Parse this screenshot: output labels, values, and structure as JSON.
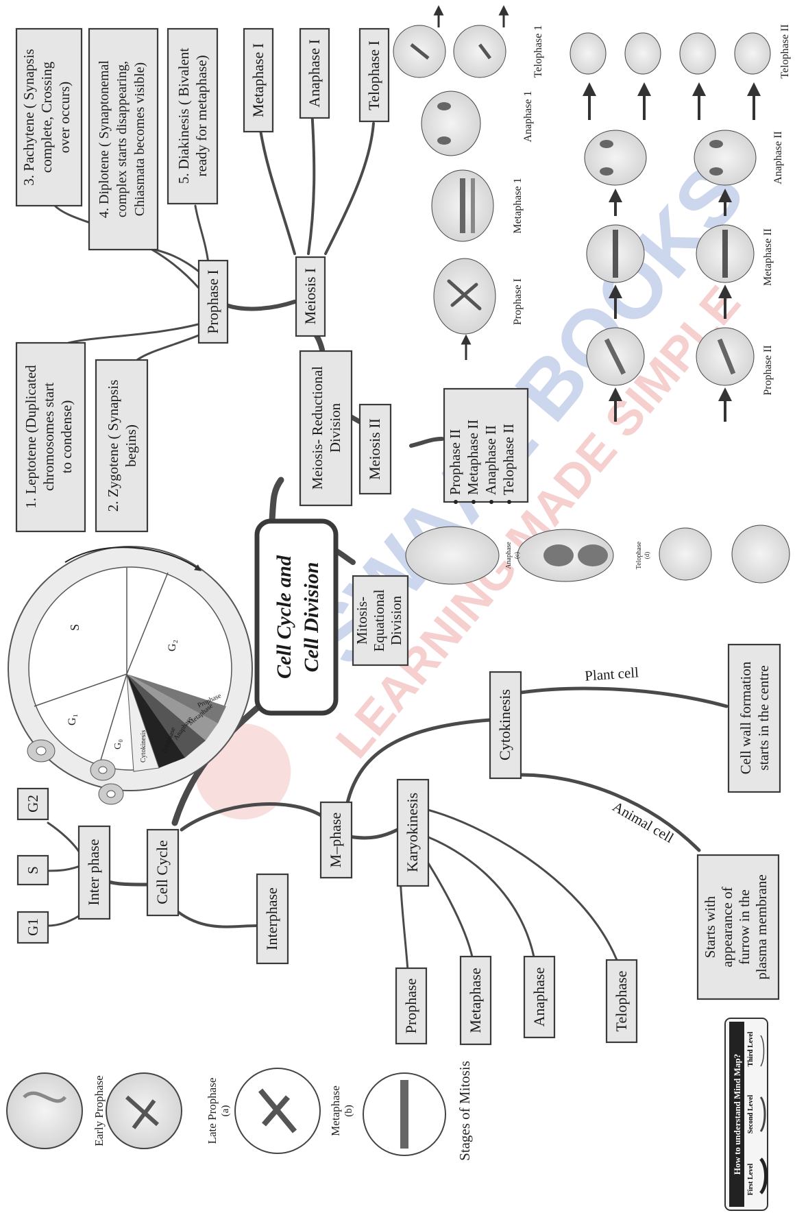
{
  "central": {
    "line1": "Cell Cycle and",
    "line2": "Cell Division"
  },
  "meiosis_i_branch": {
    "prophase_i": "Prophase I",
    "meiosis_i": "Meiosis I",
    "metaphase_i": "Metaphase  I",
    "anaphase_i": "Anaphase I",
    "telophase_i": "Telophase I",
    "leptotene": [
      "1. Leptotene (Duplicated",
      "chromosomes start",
      "to condense)"
    ],
    "zygotene": [
      "2. Zygotene ( Synapsis",
      "begins)"
    ],
    "pachytene": [
      "3. Pachytene ( Synapsis",
      "complete, Crossing",
      "over occurs)"
    ],
    "diplotene": [
      "4. Diplotene ( Synaptonemal",
      "complex starts disappearing,",
      "Chiasmata becomes visible)"
    ],
    "diakinesis": [
      "5. Diakinesis ( Bivalent",
      "ready for metaphase)"
    ]
  },
  "meiosis_ii_branch": {
    "reductional": [
      "Meiosis- Reductional",
      "Division"
    ],
    "meiosis_ii": "Meiosis II",
    "stages": [
      "Prophase II",
      "Metaphase II",
      "Anaphase II",
      "Telophase II"
    ]
  },
  "mitosis_branch": {
    "equational": [
      "Mitosis-",
      "Equational",
      "Division"
    ]
  },
  "cell_cycle_branch": {
    "cell_cycle": "Cell Cycle",
    "inter_phase": "Inter phase",
    "g1": "G1",
    "s": "S",
    "g2": "G2",
    "interphase": "Interphase",
    "m_phase": "M–phase",
    "karyokinesis": "Karyokinesis",
    "prophase": "Prophase",
    "metaphase": "Metaphase",
    "anaphase": "Anaphase",
    "telophase": "Telophase",
    "cytokinesis": "Cytokinesis",
    "plant_cell": "Plant cell",
    "animal_cell": "Animal cell",
    "plant_desc": [
      "Cell wall formation",
      "starts in the centre"
    ],
    "animal_desc": [
      "Starts with",
      "appearance of",
      "furrow in the",
      "plasma membrane"
    ]
  },
  "cycle_wheel": {
    "s": "S",
    "g1": "G₁",
    "g2": "G₂",
    "g0": "G₀",
    "cytokinesis": "Cytokinesis",
    "telophase": "Telophase",
    "anaphase": "Anaphase",
    "metaphase": "Metaphase",
    "prophase": "Prophase"
  },
  "illustration_captions": {
    "prophase_1": "Prophase I",
    "metaphase_1": "Metaphase 1",
    "anaphase_1": "Anaphase 1",
    "telophase_1": "Telophase 1",
    "prophase_2": "Prophase II",
    "metaphase_2": "Metaphase II",
    "anaphase_2": "Anaphase II",
    "telophase_2": "Telophase II",
    "anaphase_c": "Anaphase",
    "anaphase_c_sub": "(c)",
    "telophase_d": "Telophase",
    "telophase_d_sub": "(d)",
    "early_prophase": "Early Prophase",
    "late_prophase": "Late Prophase",
    "late_prophase_sub": "(a)",
    "metaphase_b": "Metaphase",
    "metaphase_b_sub": "(b)",
    "stages_of_mitosis": "Stages of Mitosis"
  },
  "legend": {
    "title": "How to understand Mind Map?",
    "first": "First Level",
    "second": "Second Level",
    "third": "Third Level"
  },
  "watermark": [
    "OSWAAL BOOKS",
    "LEARNING MADE SIMPLE"
  ],
  "colors": {
    "box_fill": "#e6e6e6",
    "line": "#4a4a4a",
    "watermark_red": "#e25555",
    "watermark_blue": "#4a6fc0"
  }
}
